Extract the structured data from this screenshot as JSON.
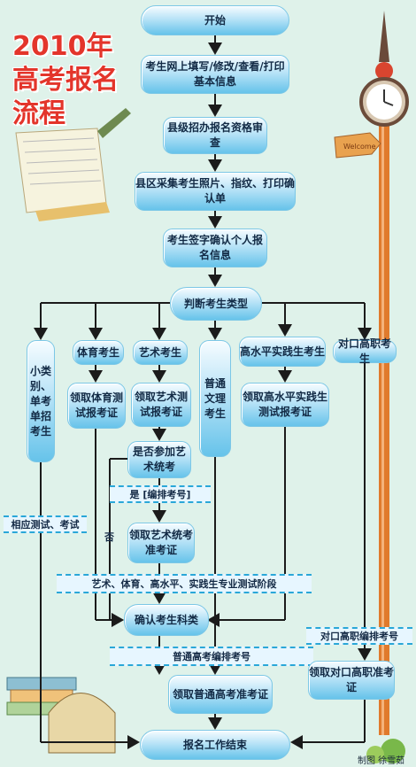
{
  "title": {
    "line1": "2010年",
    "line2": "高考报名",
    "line3": "流程"
  },
  "sign_text": "Welcome",
  "credit": "制图 徐雪茹",
  "colors": {
    "title": "#e3352b",
    "line": "#1b1b1b",
    "bar_dash": "#2aa7d8",
    "pole": "#e07a2c"
  },
  "steps": {
    "start": "开始",
    "online_fill": "考生网上填写/修改/查看/打印基本信息",
    "county_review": "县级招办报名资格审查",
    "collect_photo": "县区采集考生照片、指纹、打印确认单",
    "sign_confirm": "考生签字确认个人报名信息",
    "judge_type": "判断考生类型",
    "small_category": "小类别、单考单招考生",
    "pe_student": "体育考生",
    "art_student": "艺术考生",
    "general_student": "普通文理考生",
    "high_level": "高水平实践生考生",
    "vocational": "对口高职考生",
    "pe_ticket": "领取体育测试报考证",
    "art_ticket": "领取艺术测试报考证",
    "art_unified_q": "是否参加艺术统考",
    "high_level_ticket": "领取高水平实践生测试报考证",
    "art_unified_ticket": "领取艺术统考准考证",
    "confirm_category": "确认考生科类",
    "general_admit": "领取普通高考准考证",
    "vocational_admit": "领取对口高职准考证",
    "end": "报名工作结束"
  },
  "bars": {
    "yes_number": "是 [编排考号]",
    "relevant_exam": "相应测试、考试",
    "special_test": "艺术、体育、高水平、实践生专业测试阶段",
    "general_number": "普通高考编排考号",
    "vocational_number": "对口高职编排考号"
  },
  "labels": {
    "no": "否"
  }
}
